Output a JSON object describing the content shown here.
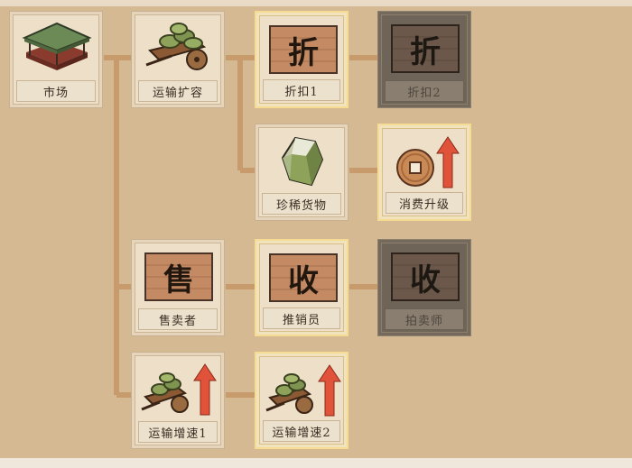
{
  "nodes": {
    "market": {
      "label": "市场"
    },
    "transport_expand": {
      "label": "运输扩容"
    },
    "discount1": {
      "label": "折扣1",
      "glyph": "折"
    },
    "discount2": {
      "label": "折扣2",
      "glyph": "折"
    },
    "rare_goods": {
      "label": "珍稀货物"
    },
    "consume_upgrade": {
      "label": "消费升级"
    },
    "seller": {
      "label": "售卖者",
      "glyph": "售"
    },
    "promoter": {
      "label": "推销员",
      "glyph": "收"
    },
    "auctioneer": {
      "label": "拍卖师",
      "glyph": "收"
    },
    "transport_speed1": {
      "label": "运输增速1"
    },
    "transport_speed2": {
      "label": "运输增速2"
    }
  },
  "icons": {
    "market": "market-stall-icon",
    "transport_expand": "cart-icon",
    "rare_goods": "gem-icon",
    "consume_upgrade": "coin-upgrade-icon",
    "transport_speed": "cart-upgrade-icon"
  },
  "colors": {
    "background": "#d5b993",
    "connector": "#c79b6c",
    "highlight_border": "#f6dc93",
    "locked_tile": "#6e6458"
  }
}
